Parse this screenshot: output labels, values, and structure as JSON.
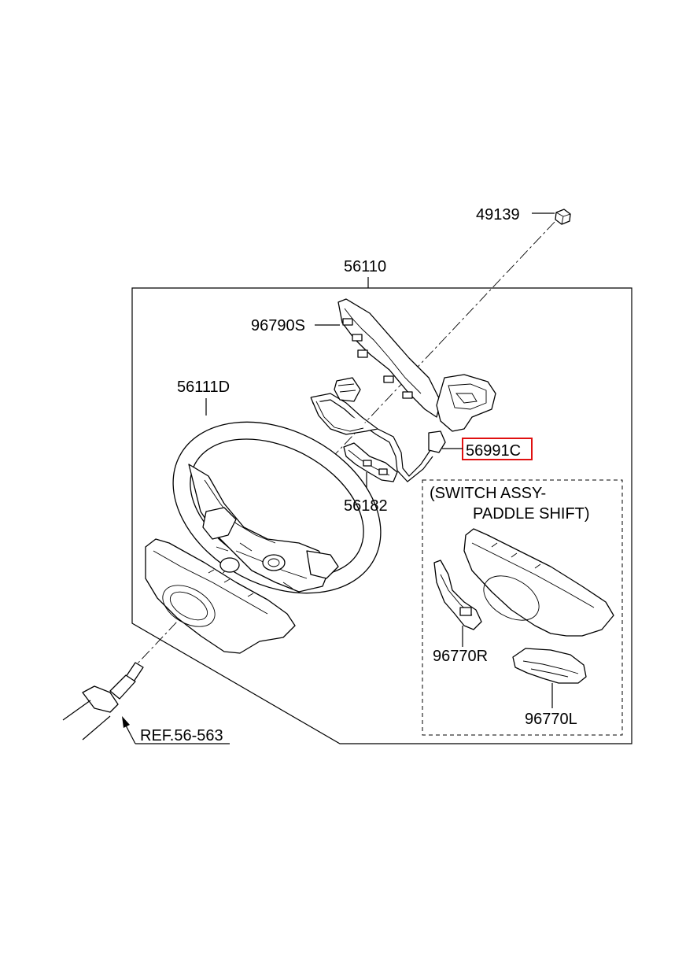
{
  "labels": {
    "nut": "49139",
    "wheel_assy": "56110",
    "remote_switch": "96790S",
    "wheel_body": "56111D",
    "clock_spring": "56991C",
    "cover": "56182",
    "paddle_title_line1": "(SWITCH ASSY-",
    "paddle_title_line2": "PADDLE SHIFT)",
    "paddle_right": "96770R",
    "paddle_left": "96770L",
    "reference": "REF.56-563"
  },
  "highlight_color": "#e01010"
}
